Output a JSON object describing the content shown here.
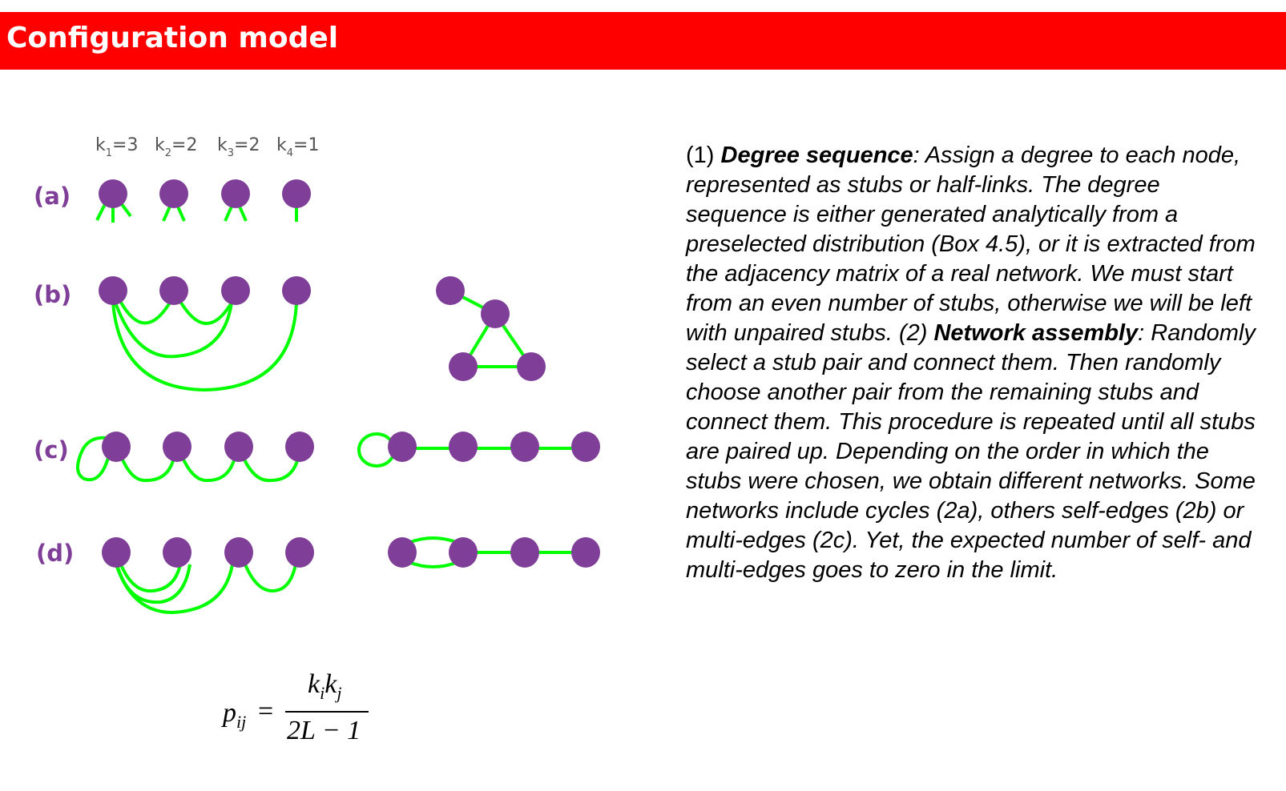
{
  "header": {
    "title": "Configuration model"
  },
  "diagram": {
    "row_labels": [
      "(a)",
      "(b)",
      "(c)",
      "(d)"
    ],
    "degrees": [
      {
        "k": "k",
        "sub": "1",
        "val": "=3"
      },
      {
        "k": "k",
        "sub": "2",
        "val": "=2"
      },
      {
        "k": "k",
        "sub": "3",
        "val": "=2"
      },
      {
        "k": "k",
        "sub": "4",
        "val": "=1"
      }
    ],
    "node_color": "#7f3f98",
    "edge_color": "#00ff00"
  },
  "text": {
    "p1": "(1) ",
    "b1": "Degree sequence",
    "p2": ": Assign a degree to each node, represented as stubs or half-links. The degree sequence is either generated analytically from a preselected  distribution (Box 4.5), or it is extracted from the adjacency matrix of a real network. We must start from an even number of stubs, otherwise we will be left with unpaired stubs.  (2) ",
    "b2": "Network assembly",
    "p3": ": Randomly select a stub pair and connect them. Then randomly choose another pair from the remaining  stubs and connect them. This procedure is repeated until all stubs are paired up. Depending on the order in which the stubs were chosen, we obtain different networks. Some networks include cycles (2a), others self-edges (2b) or multi-edges (2c). Yet, the expected number of self- and multi-edges goes to zero in the  limit."
  },
  "formula": {
    "lhs": "p",
    "lhs_sub": "ij",
    "eq": "=",
    "num_k1": "k",
    "num_s1": "i",
    "num_k2": "k",
    "num_s2": "j",
    "den": "2L − 1"
  }
}
